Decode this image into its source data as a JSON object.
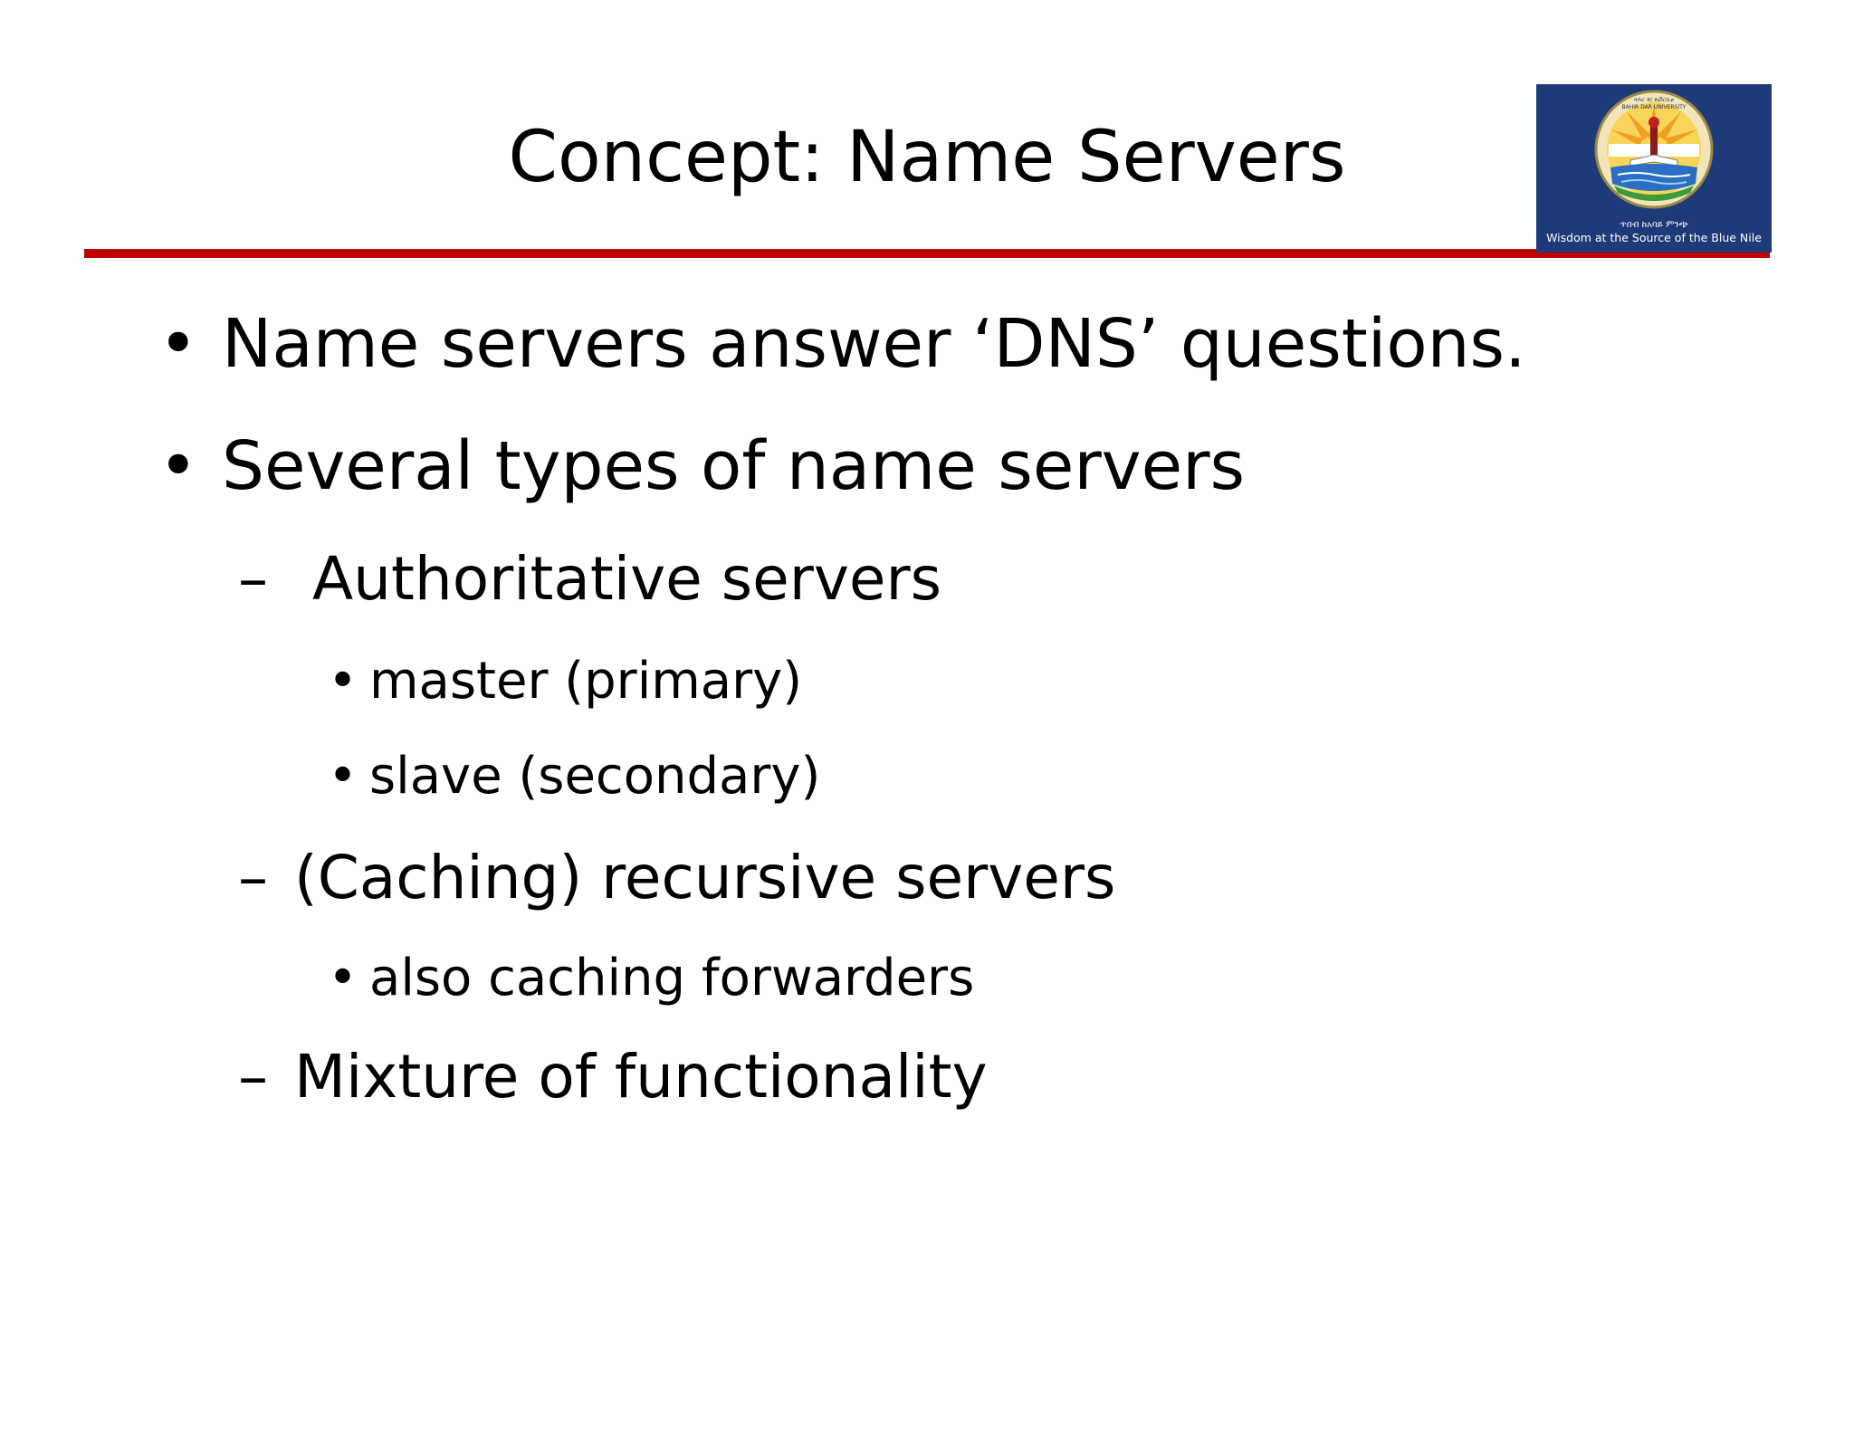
{
  "slide": {
    "title": "Concept: Name Servers",
    "accent_rule_color": "#c00000"
  },
  "logo": {
    "icon": "university-seal-icon",
    "background_color": "#1f3a78",
    "ring_text_top": "ባሕር ዳር ዩኒቨርሲቲ",
    "ring_text_bottom": "BAHIR DAR UNIVERSITY",
    "caption_amharic": "ጥበብ ከአባይ ምንጭ",
    "caption_english": "Wisdom at the Source of the Blue Nile"
  },
  "bullets": [
    {
      "level": 1,
      "marker": "•",
      "text": "Name servers answer ‘DNS’ questions."
    },
    {
      "level": 1,
      "marker": "•",
      "text": "Several types of name servers"
    },
    {
      "level": 2,
      "marker": "–",
      "text": "Authoritative servers"
    },
    {
      "level": 3,
      "marker": "•",
      "text": "master (primary)"
    },
    {
      "level": 3,
      "marker": "•",
      "text": "slave (secondary)"
    },
    {
      "level": 2,
      "marker": "–",
      "text": "(Caching) recursive servers"
    },
    {
      "level": 3,
      "marker": "•",
      "text": "also caching forwarders"
    },
    {
      "level": 2,
      "marker": "–",
      "text": "Mixture of functionality"
    }
  ]
}
